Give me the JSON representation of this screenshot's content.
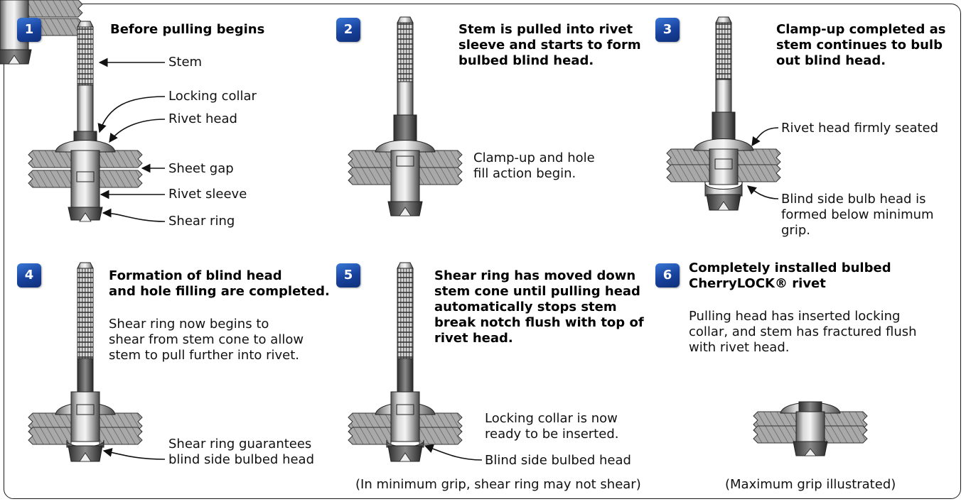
{
  "panels": [
    {
      "number": "1",
      "title_lines": [
        "Before pulling begins"
      ],
      "labels": {
        "stem": "Stem",
        "locking_collar": "Locking collar",
        "rivet_head": "Rivet head",
        "sheet_gap": "Sheet gap",
        "rivet_sleeve": "Rivet sleeve",
        "shear_ring": "Shear ring"
      }
    },
    {
      "number": "2",
      "title_lines": [
        "Stem is pulled into rivet",
        "sleeve and starts to form",
        "bulbed blind head."
      ],
      "labels": {
        "clamp_up_lines": [
          "Clamp-up and hole",
          "fill action begin."
        ]
      }
    },
    {
      "number": "3",
      "title_lines": [
        "Clamp-up completed as",
        "stem continues to bulb",
        "out blind head."
      ],
      "labels": {
        "rivet_head_seated": "Rivet head firmly seated",
        "bulb_head_lines": [
          "Blind side bulb head is",
          "formed below minimum",
          "grip."
        ]
      }
    },
    {
      "number": "4",
      "title_lines": [
        "Formation of blind head",
        "and hole filling are completed."
      ],
      "body_lines": [
        "Shear ring now begins to",
        "shear from stem cone to allow",
        "stem to pull further into rivet."
      ],
      "labels": {
        "guarantee_lines": [
          "Shear ring guarantees",
          "blind side bulbed head"
        ]
      }
    },
    {
      "number": "5",
      "title_lines": [
        "Shear ring has moved down",
        "stem cone until pulling head",
        "automatically stops stem",
        "break notch flush with top of",
        "rivet head."
      ],
      "labels": {
        "collar_ready_lines": [
          "Locking collar is now",
          "ready to be inserted."
        ],
        "blind_bulbed": "Blind side bulbed head"
      },
      "caption": "(In minimum grip, shear ring may not shear)"
    },
    {
      "number": "6",
      "title_lines": [
        "Completely installed bulbed",
        "CherryLOCK® rivet"
      ],
      "body_lines": [
        "Pulling head has inserted locking",
        "collar, and stem has fractured flush",
        "with rivet head."
      ],
      "caption": "(Maximum grip illustrated)"
    }
  ]
}
